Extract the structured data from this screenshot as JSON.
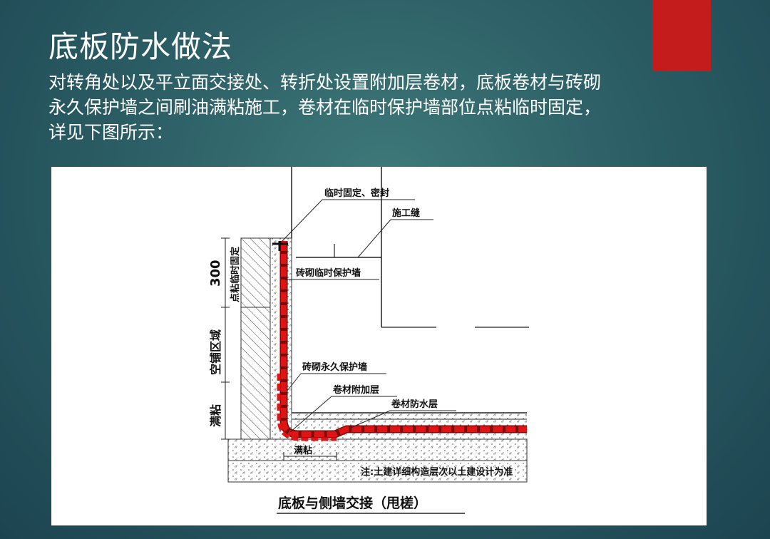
{
  "slide": {
    "accent_color": "#c41c1c",
    "title": "底板防水做法",
    "body_lines": [
      "对转角处以及平立面交接处、转折处设置附加层卷材，底板卷材与砖砌",
      "永久保护墙之间刷油满粘施工，卷材在临时保护墙部位点粘临时固定，",
      "详见下图所示："
    ]
  },
  "diagram": {
    "labels": {
      "temp_fix_seal": "临时固定、密封",
      "construction_joint": "施工缝",
      "temp_protect_wall": "砖砌临时保护墙",
      "perm_protect_wall": "砖砌永久保护墙",
      "extra_layer": "卷材附加层",
      "waterproof_layer": "卷材防水层",
      "full_bond_bottom": "满粘",
      "note": "注:土建详细构造层次以土建设计为准"
    },
    "dimensions": {
      "dim_300": "300",
      "spot_bond": "点粘临时固定",
      "empty_zone": "空铺区域",
      "full_bond": "满粘"
    },
    "caption": "底板与侧墙交接（甩槎）",
    "membrane_color": "#e01414"
  }
}
